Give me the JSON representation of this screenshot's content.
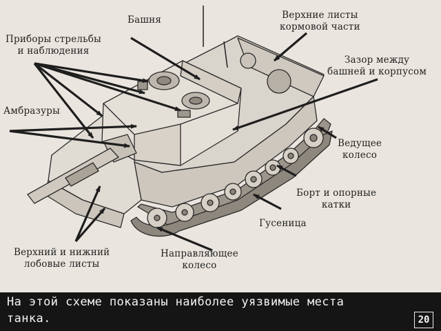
{
  "labels": {
    "turret": "Башня",
    "rear_plates_1": "Верхние листы",
    "rear_plates_2": "кормовой части",
    "sights_1": "Приборы стрельбы",
    "sights_2": "и наблюдения",
    "gap_1": "Зазор между",
    "gap_2": "башней и корпусом",
    "embrasures": "Амбразуры",
    "drive_wheel_1": "Ведущее",
    "drive_wheel_2": "колесо",
    "side_1": "Борт и опорные",
    "side_2": "катки",
    "track": "Гусеница",
    "front_plates_1": "Верхний и нижний",
    "front_plates_2": "лобовые листы",
    "idler_1": "Направляющее",
    "idler_2": "колесо"
  },
  "caption": {
    "line1": "На этой схеме показаны наиболее  уязвимые  места",
    "line2": "танка.",
    "page_number": "20"
  },
  "colors": {
    "background": "#eae6df",
    "caption_bar": "#151515",
    "ink": "#222222"
  }
}
